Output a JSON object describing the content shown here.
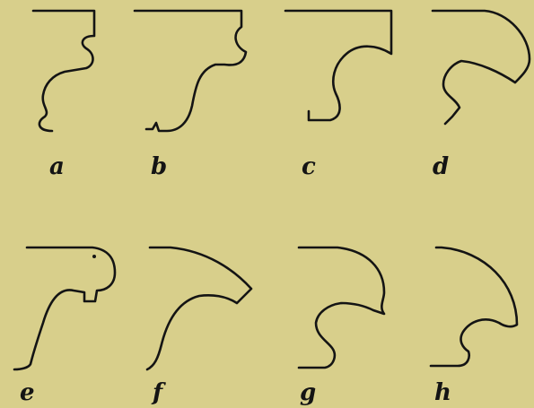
{
  "figures": [
    {
      "label": "a"
    },
    {
      "label": "b"
    },
    {
      "label": "c"
    },
    {
      "label": "d"
    },
    {
      "label": "e"
    },
    {
      "label": "f"
    },
    {
      "label": "g"
    },
    {
      "label": "h"
    }
  ],
  "colors": {
    "paper": "#d8cf8b",
    "ink": "#141414"
  }
}
